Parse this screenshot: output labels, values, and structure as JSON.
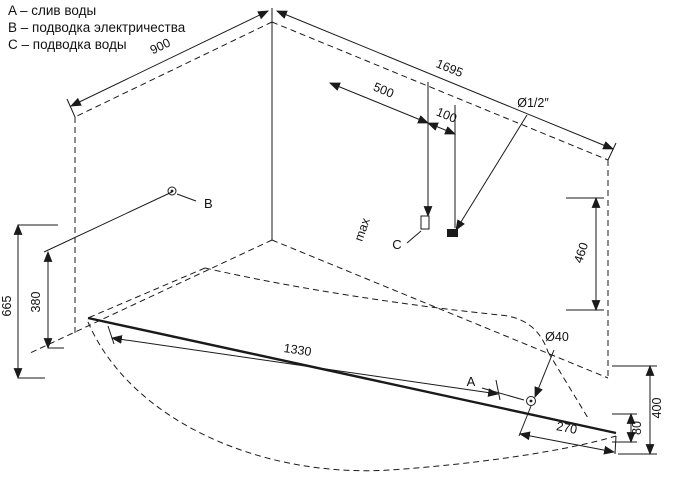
{
  "legend": {
    "line_a": "A – слив воды",
    "line_b": "B – подводка электричества",
    "line_c": "C – подводка воды"
  },
  "dims": {
    "d900": "900",
    "d1695": "1695",
    "d500": "500",
    "d100": "100",
    "d460": "460",
    "d665": "665",
    "d380": "380",
    "d1330": "1330",
    "d270": "270",
    "d80": "80",
    "d400": "400",
    "pipe": "Ø1/2″",
    "drain": "Ø40",
    "max": "max"
  },
  "points": {
    "a": "A",
    "b": "B",
    "c": "C"
  },
  "colors": {
    "line": "#1a1a1a",
    "background": "#ffffff"
  }
}
